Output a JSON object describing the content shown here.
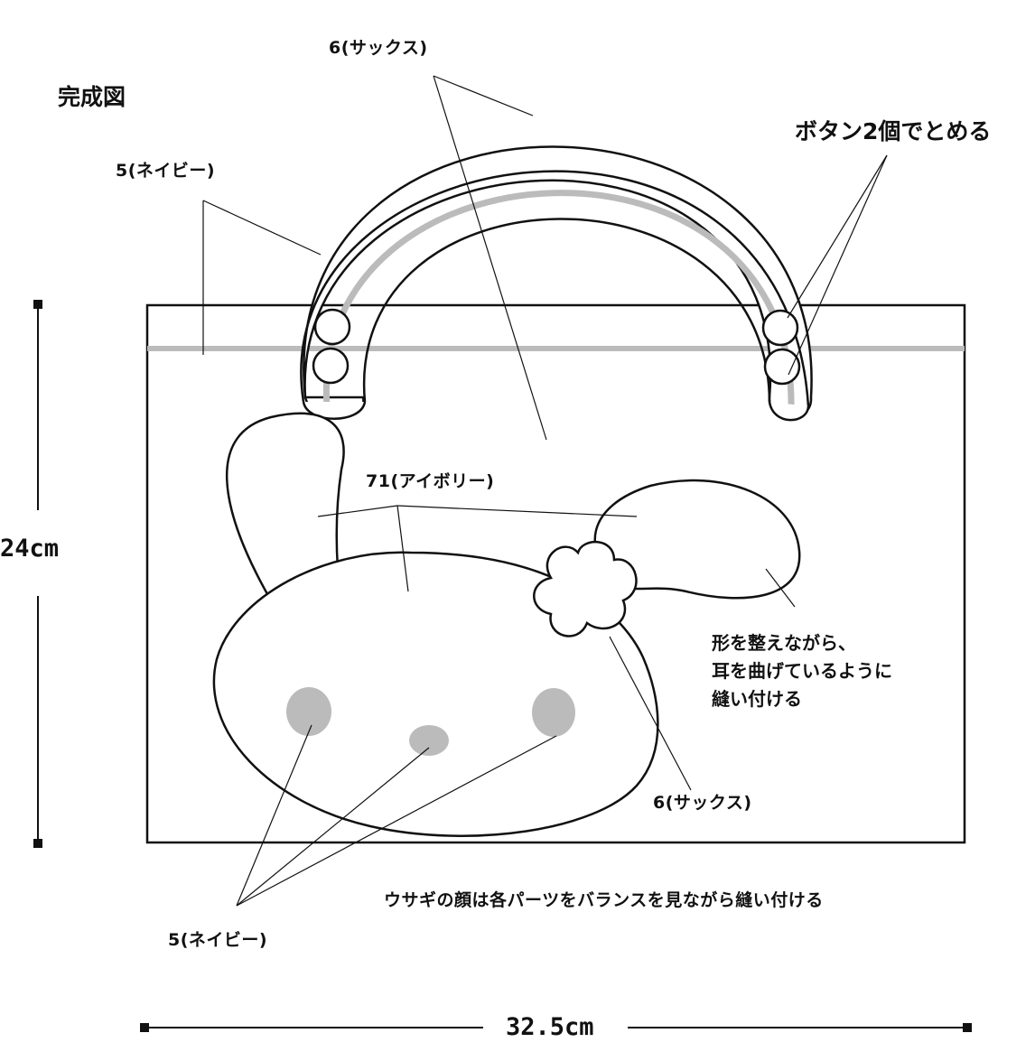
{
  "title": "完成図",
  "labels": {
    "handle_top": "6(サックス)",
    "handle_side": "5(ネイビー)",
    "button_note": "ボタン2個でとめる",
    "bag_body": "71(アイボリー)",
    "flower": "6(サックス)",
    "ear_note": "形を整えながら、\n耳を曲げているように\n縫い付ける",
    "face_note": "ウサギの顔は各パーツをバランスを見ながら縫い付ける",
    "face_parts": "5(ネイビー)"
  },
  "dimensions": {
    "height": "24cm",
    "width": "32.5cm"
  },
  "colors": {
    "outline": "#111111",
    "accent_gray": "#bbbbbb",
    "fill": "#ffffff"
  }
}
